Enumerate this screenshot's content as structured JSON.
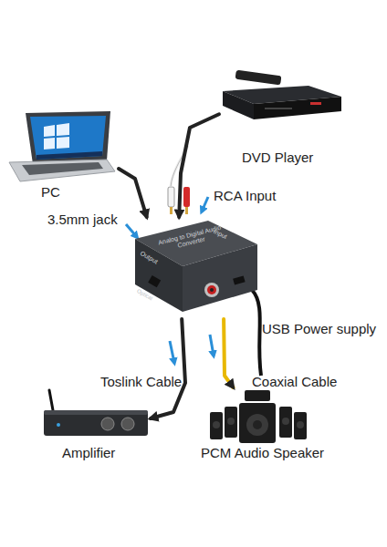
{
  "diagram": {
    "nodes": [
      {
        "text": [
          "PC"
        ]
      },
      {
        "text": [
          "DVD Player"
        ]
      },
      {
        "text": [
          "Input",
          "Analog to Digital Audio Converter",
          "Output",
          "Optical"
        ]
      },
      {
        "text": [
          "Amplifier"
        ]
      },
      {
        "text": [
          "PCM Audio Speaker"
        ]
      }
    ],
    "edges": [
      {
        "from": 0,
        "to": 2,
        "label": "3.5mm jack",
        "arrow": "to"
      },
      {
        "from": 1,
        "to": 2,
        "label": "RCA Input",
        "arrow": "to"
      },
      {
        "from": 2,
        "to": 3,
        "label": "Toslink Cable",
        "arrow": "to"
      },
      {
        "from": 2,
        "to": 4,
        "label": "Coaxial Cable",
        "arrow": "to"
      }
    ],
    "labels": [
      "USB Power supply"
    ]
  }
}
